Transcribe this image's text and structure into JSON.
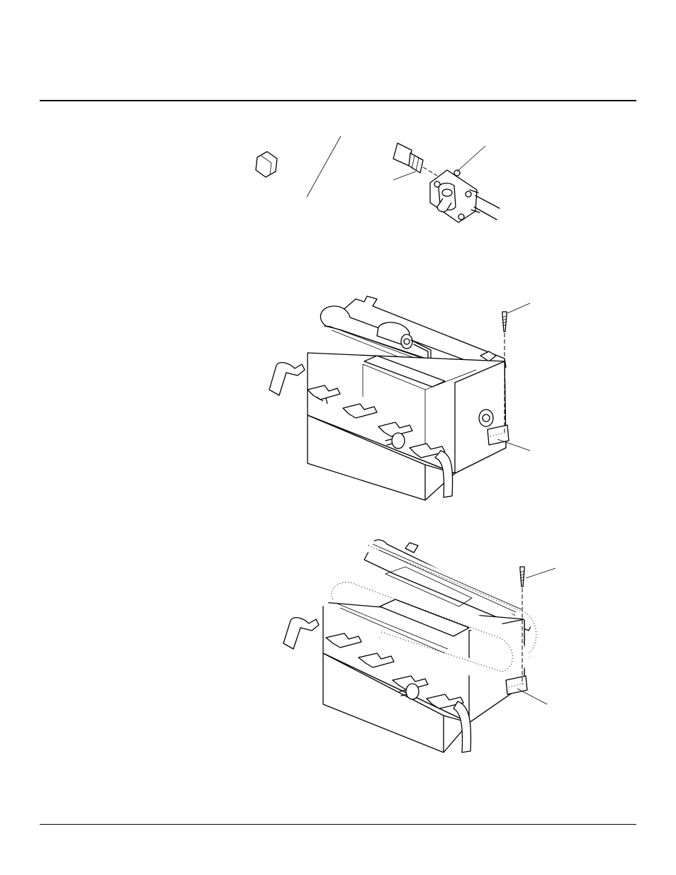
{
  "page": {
    "figures": [
      {
        "name": "gas-hose-connection"
      },
      {
        "name": "burner-assembly-straight"
      },
      {
        "name": "burner-assembly-u-shaped"
      }
    ]
  }
}
